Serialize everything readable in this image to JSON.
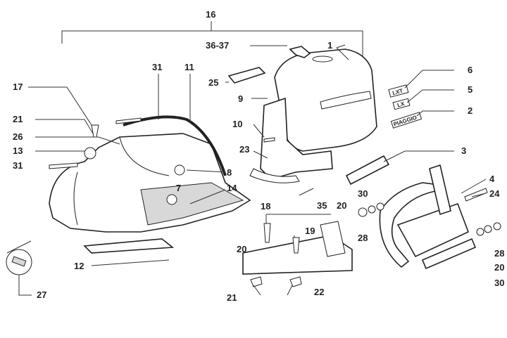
{
  "diagram": {
    "labels": {
      "l16": "16",
      "l3637": "36-37",
      "l1": "1",
      "l6": "6",
      "l5": "5",
      "l2": "2",
      "l3": "3",
      "l4": "4",
      "l24": "24",
      "l28r": "28",
      "l20r": "20",
      "l30r": "30",
      "l31a": "31",
      "l11": "11",
      "l17": "17",
      "l21a": "21",
      "l26": "26",
      "l13": "13",
      "l31b": "31",
      "l25": "25",
      "l9": "9",
      "l10": "10",
      "l23": "23",
      "l8": "8",
      "l7": "7",
      "l14": "14",
      "l35": "35",
      "l30m": "30",
      "l20m": "20",
      "l28m": "28",
      "l18": "18",
      "l19": "19",
      "l20b": "20",
      "l12": "12",
      "l27": "27",
      "l21b": "21",
      "l22": "22"
    },
    "badges": {
      "lxt": "LXT",
      "lx": "LX",
      "brand": "PIAGGIO"
    }
  }
}
